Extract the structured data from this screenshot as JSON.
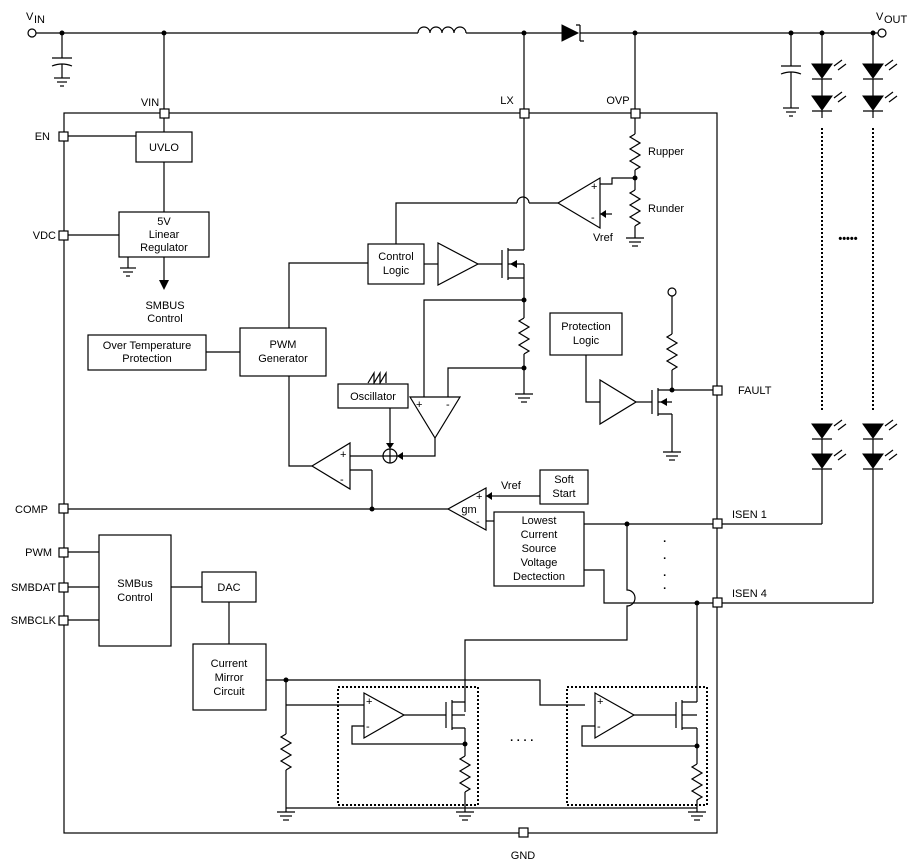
{
  "pins": {
    "vin_main": "V",
    "vin_sub": "IN",
    "vout_main": "V",
    "vout_sub": "OUT",
    "en": "EN",
    "vdc": "VDC",
    "comp": "COMP",
    "pwm": "PWM",
    "smbdat": "SMBDAT",
    "smbclk": "SMBCLK",
    "vin": "VIN",
    "lx": "LX",
    "ovp": "OVP",
    "fault": "FAULT",
    "isen1": "ISEN 1",
    "isen4": "ISEN 4",
    "gnd": "GND"
  },
  "blocks": {
    "uvlo": "UVLO",
    "linear_regulator": [
      "5V",
      "Linear",
      "Regulator"
    ],
    "smbus_control_text": [
      "SMBUS",
      "Control"
    ],
    "over_temp": [
      "Over Temperature",
      "Protection"
    ],
    "pwm_generator": [
      "PWM",
      "Generator"
    ],
    "control_logic": [
      "Control",
      "Logic"
    ],
    "oscillator": "Oscillator",
    "protection_logic": [
      "Protection",
      "Logic"
    ],
    "soft_start": [
      "Soft",
      "Start"
    ],
    "gm": "gm",
    "lowest_current": [
      "Lowest",
      "Current",
      "Source",
      "Voltage",
      "Dectection"
    ],
    "smbus_control": [
      "SMBus",
      "Control"
    ],
    "dac": "DAC",
    "current_mirror": [
      "Current",
      "Mirror",
      "Circuit"
    ]
  },
  "labels": {
    "rupper": "Rupper",
    "runder": "Runder",
    "vref_ovp": "Vref",
    "vref_gm": "Vref",
    "plus": "+",
    "minus": "-",
    "dots_h": "•••••",
    "dots_mid": "· · · ·"
  }
}
